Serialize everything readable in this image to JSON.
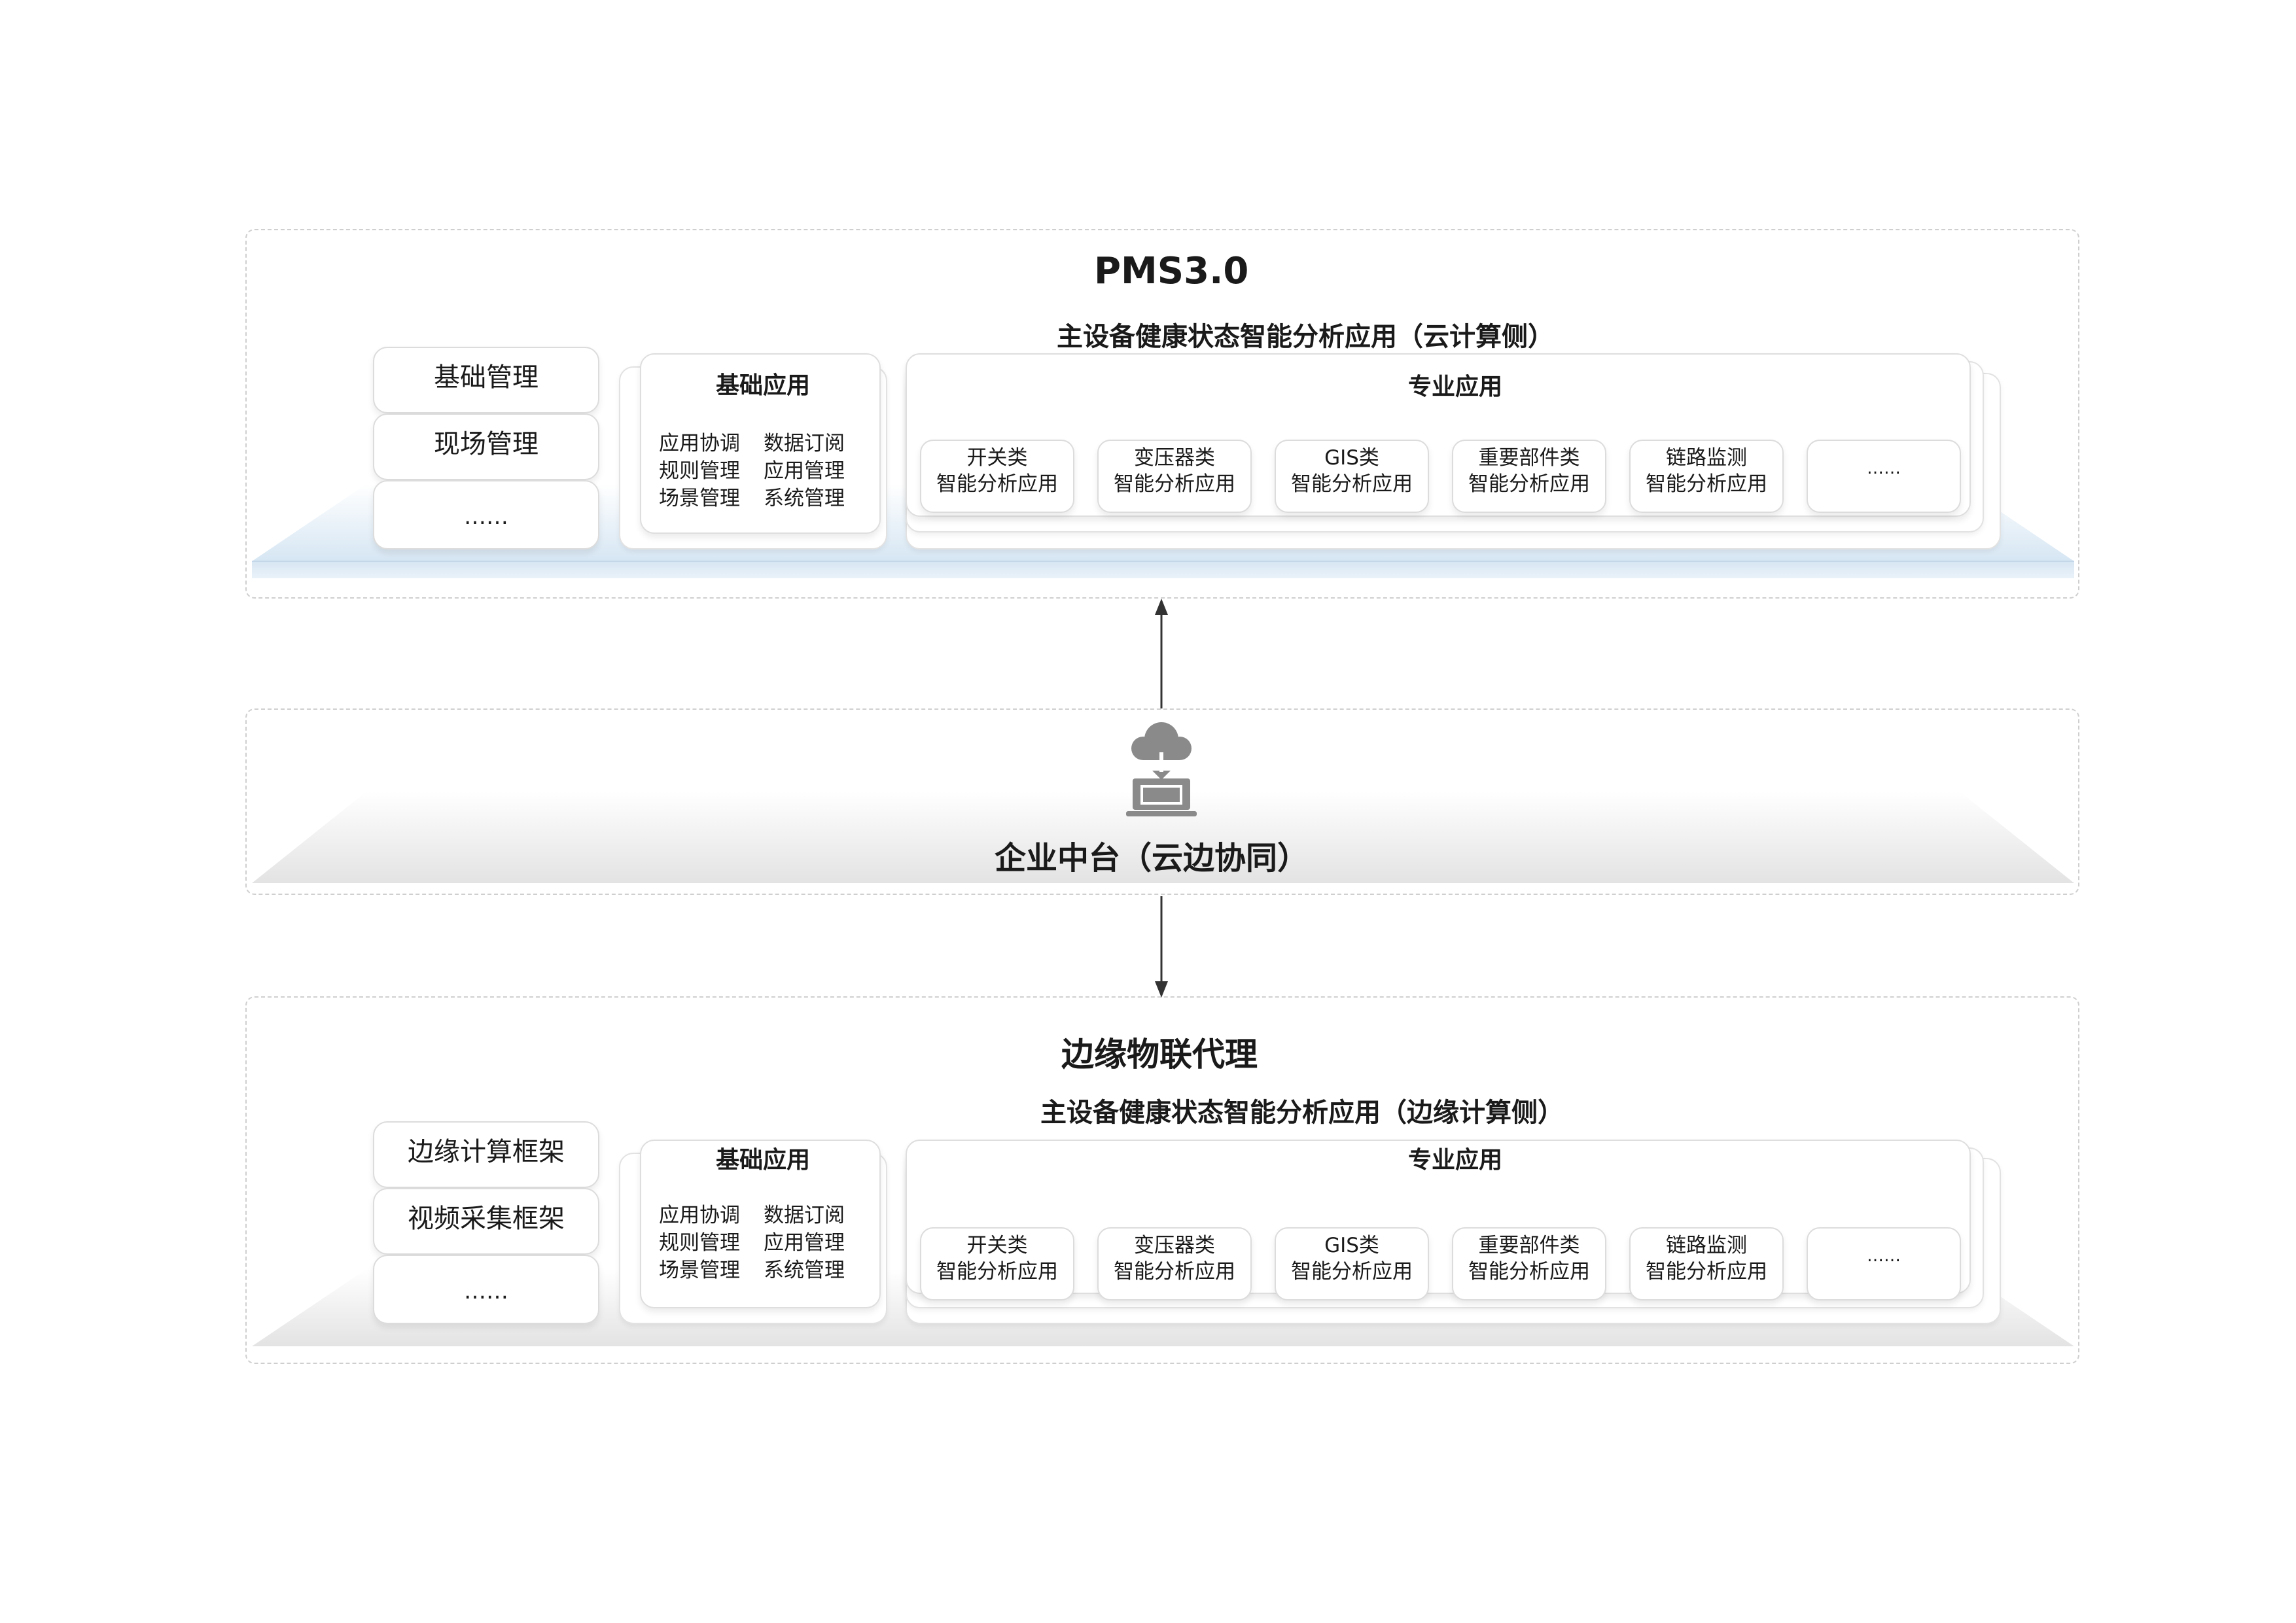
{
  "cloud": {
    "layer_title": "PMS3.0",
    "subsystem_title": "主设备健康状态智能分析应用（云计算侧）",
    "side_items": [
      "基础管理",
      "现场管理",
      "……"
    ],
    "basic_apps": {
      "label": "基础应用",
      "items": [
        "应用协调",
        "数据订阅",
        "规则管理",
        "应用管理",
        "场景管理",
        "系统管理"
      ]
    },
    "pro_apps": {
      "label": "专业应用",
      "cards": [
        {
          "line1": "开关类",
          "line2": "智能分析应用"
        },
        {
          "line1": "变压器类",
          "line2": "智能分析应用"
        },
        {
          "line1": "GIS类",
          "line2": "智能分析应用"
        },
        {
          "line1": "重要部件类",
          "line2": "智能分析应用"
        },
        {
          "line1": "链路监测",
          "line2": "智能分析应用"
        },
        {
          "line1": "……",
          "line2": ""
        }
      ]
    }
  },
  "middle": {
    "layer_title": "企业中台（云边协同）",
    "icon": "cloud-computer-icon"
  },
  "edge": {
    "layer_title": "边缘物联代理",
    "subsystem_title": "主设备健康状态智能分析应用（边缘计算侧）",
    "side_items": [
      "边缘计算框架",
      "视频采集框架",
      "……"
    ],
    "basic_apps": {
      "label": "基础应用",
      "items": [
        "应用协调",
        "数据订阅",
        "规则管理",
        "应用管理",
        "场景管理",
        "系统管理"
      ]
    },
    "pro_apps": {
      "label": "专业应用",
      "cards": [
        {
          "line1": "开关类",
          "line2": "智能分析应用"
        },
        {
          "line1": "变压器类",
          "line2": "智能分析应用"
        },
        {
          "line1": "GIS类",
          "line2": "智能分析应用"
        },
        {
          "line1": "重要部件类",
          "line2": "智能分析应用"
        },
        {
          "line1": "链路监测",
          "line2": "智能分析应用"
        },
        {
          "line1": "……",
          "line2": ""
        }
      ]
    }
  },
  "colors": {
    "cloud_slab": "#dbe8f4",
    "gray_slab": "#e6e6e6",
    "arrow": "#333333",
    "icon": "#8a8a8a"
  }
}
